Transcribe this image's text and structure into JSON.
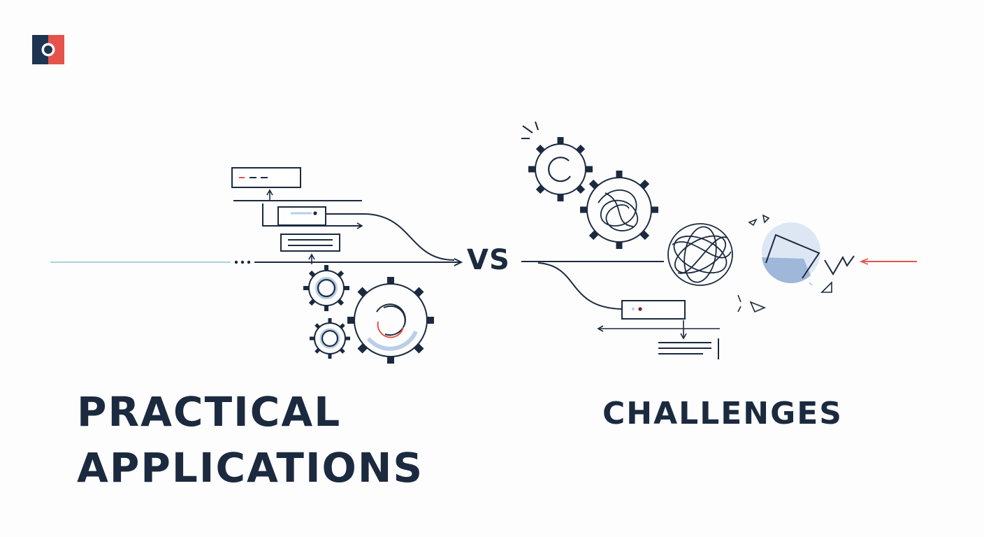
{
  "left": {
    "title_line1": "PRACTICAL",
    "title_line2": "APPLICATIONS"
  },
  "center": {
    "vs": "VS"
  },
  "right": {
    "title": "CHALLENGES"
  },
  "icons": [
    "logo-icon",
    "gear-icon",
    "tangle-icon",
    "chart-circle-icon",
    "arrow-icon",
    "card-icon",
    "spark-icon"
  ],
  "colors": {
    "ink": "#1b2a3f",
    "accent_red": "#e5534b",
    "accent_blue": "#b9cfe8",
    "line_teal": "#a9d3dc"
  }
}
